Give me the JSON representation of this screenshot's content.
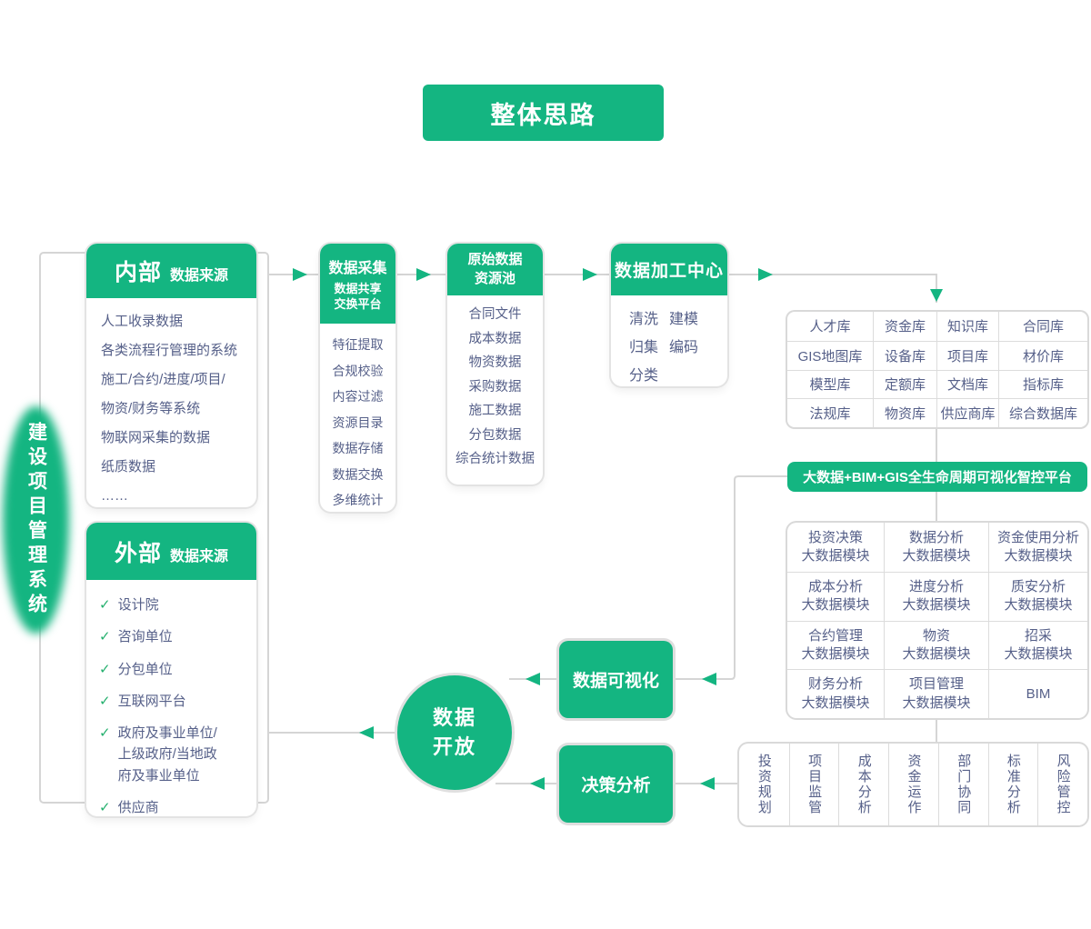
{
  "title": "整体思路",
  "system": {
    "label": "建设项目管理系统"
  },
  "sources": {
    "internal": {
      "title": "内部",
      "subtitle": "数据来源",
      "items": [
        "人工收录数据",
        "各类流程行管理的系统",
        "施工/合约/进度/项目/",
        "物资/财务等系统",
        "物联网采集的数据",
        "纸质数据",
        "……"
      ]
    },
    "external": {
      "title": "外部",
      "subtitle": "数据来源",
      "items": [
        "设计院",
        "咨询单位",
        "分包单位",
        "互联网平台",
        "政府及事业单位/\n上级政府/当地政\n府及事业单位",
        "供应商"
      ]
    }
  },
  "collection": {
    "title": "数据采集",
    "subtitle": "数据共享\n交换平台",
    "items": [
      "特征提取",
      "合规校验",
      "内容过滤",
      "资源目录",
      "数据存储",
      "数据交换",
      "多维统计"
    ]
  },
  "raw_pool": {
    "title": "原始数据\n资源池",
    "items": [
      "合同文件",
      "成本数据",
      "物资数据",
      "采购数据",
      "施工数据",
      "分包数据",
      "综合统计数据"
    ]
  },
  "processing": {
    "title": "数据加工中心",
    "items": [
      "清洗",
      "建模",
      "归集",
      "编码",
      "分类"
    ]
  },
  "databases": {
    "rows": [
      [
        "人才库",
        "资金库",
        "知识库",
        "合同库"
      ],
      [
        "GIS地图库",
        "设备库",
        "项目库",
        "材价库"
      ],
      [
        "模型库",
        "定额库",
        "文档库",
        "指标库"
      ],
      [
        "法规库",
        "物资库",
        "供应商库",
        "综合数据库"
      ]
    ]
  },
  "platform": {
    "banner": "大数据+BIM+GIS全生命周期可视化智控平台"
  },
  "modules": {
    "rows": [
      [
        "投资决策\n大数据模块",
        "数据分析\n大数据模块",
        "资金使用分析\n大数据模块"
      ],
      [
        "成本分析\n大数据模块",
        "进度分析\n大数据模块",
        "质安分析\n大数据模块"
      ],
      [
        "合约管理\n大数据模块",
        "物资\n大数据模块",
        "招采\n大数据模块"
      ],
      [
        "财务分析\n大数据模块",
        "项目管理\n大数据模块",
        "BIM"
      ]
    ]
  },
  "flow": {
    "visualization": "数据可视化",
    "decision": "决策分析",
    "open": "数据\n开放"
  },
  "applications": [
    "投资规划",
    "项目监管",
    "成本分析",
    "资金运作",
    "部门协同",
    "标准分析",
    "风险管控"
  ],
  "colors": {
    "green": "#14b581",
    "line": "#d5d5d5",
    "text": "#566089",
    "border": "#d9d9d9"
  }
}
